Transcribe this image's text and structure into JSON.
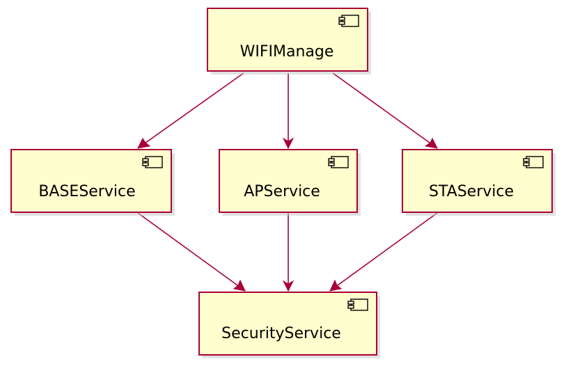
{
  "diagram": {
    "type": "uml-component",
    "colors": {
      "box_fill": "#fefece",
      "box_border": "#a80036",
      "edge": "#a80036",
      "text": "#000000"
    },
    "nodes": [
      {
        "id": "wifi",
        "label": "WIFIManage"
      },
      {
        "id": "base",
        "label": "BASEService"
      },
      {
        "id": "ap",
        "label": "APService"
      },
      {
        "id": "sta",
        "label": "STAService"
      },
      {
        "id": "sec",
        "label": "SecurityService"
      }
    ],
    "edges": [
      {
        "from": "wifi",
        "to": "base"
      },
      {
        "from": "wifi",
        "to": "ap"
      },
      {
        "from": "wifi",
        "to": "sta"
      },
      {
        "from": "base",
        "to": "sec"
      },
      {
        "from": "ap",
        "to": "sec"
      },
      {
        "from": "sta",
        "to": "sec"
      }
    ]
  }
}
